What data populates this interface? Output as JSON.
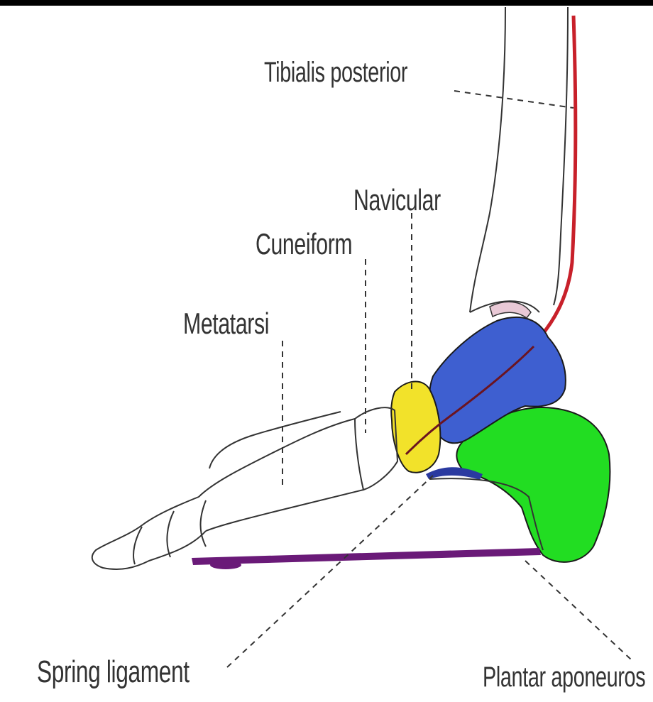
{
  "labels": {
    "tibialis_posterior": "Tibialis posterior",
    "navicular": "Navicular",
    "cuneiform": "Cuneiform",
    "metatarsi": "Metatarsi",
    "spring_ligament": "Spring ligament",
    "plantar_aponeurosis": "Plantar aponeuros"
  },
  "colors": {
    "tibialis_posterior_tendon": "#c8202a",
    "talus": "#3e5fd0",
    "calcaneus": "#22dd22",
    "navicular": "#f2e22a",
    "plantar_aponeurosis": "#6a1a78",
    "spring_ligament": "#2a3aa0",
    "outline": "#333333",
    "top_border": "#000000"
  }
}
